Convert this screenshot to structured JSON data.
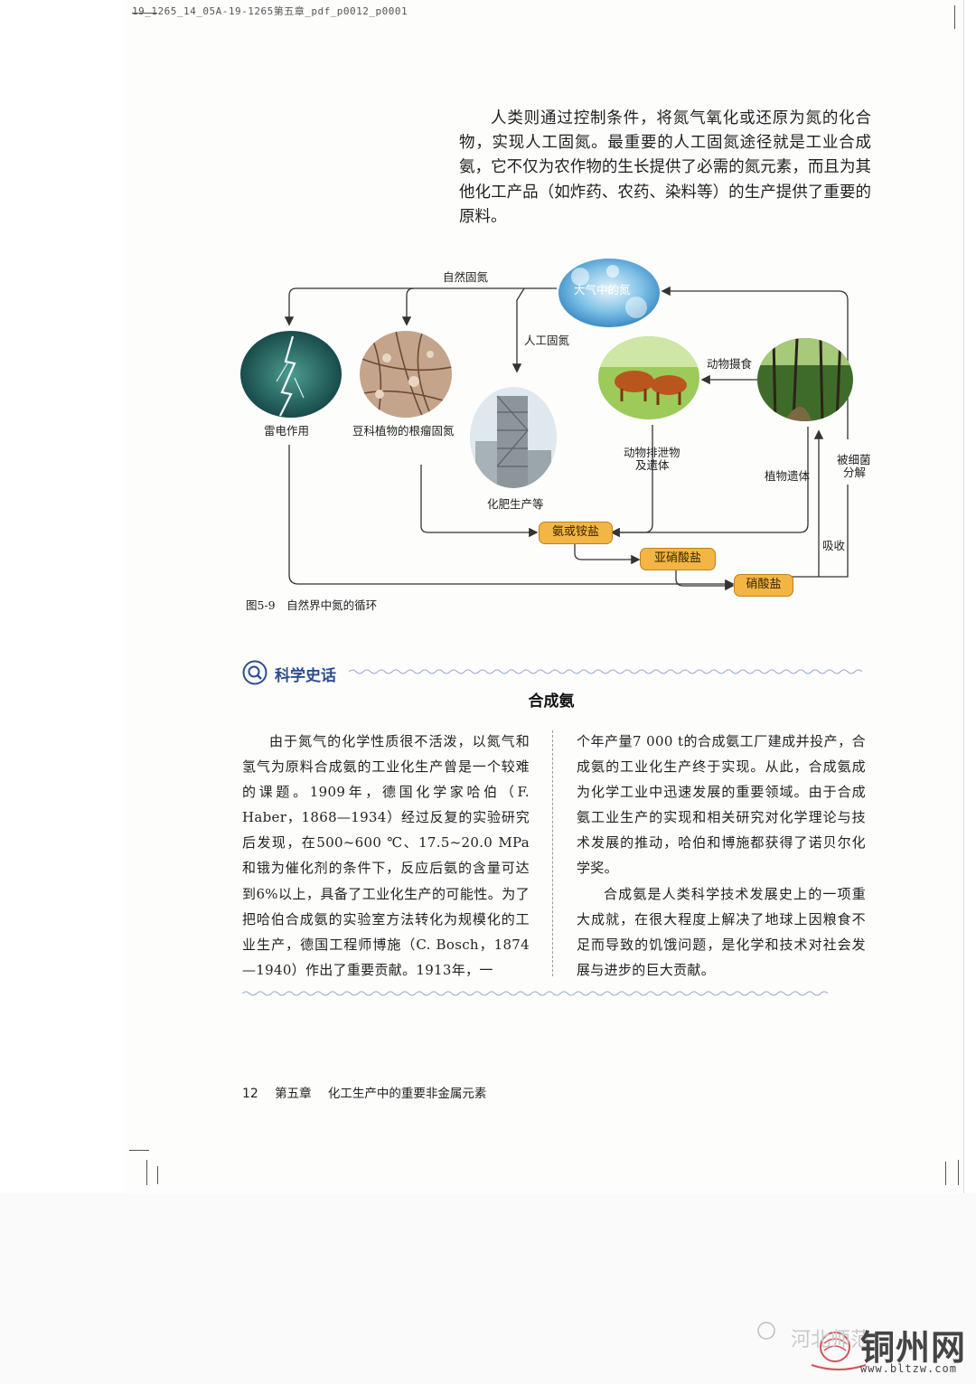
{
  "header": {
    "code": "19_1265_14_05A-19-1265第五章_pdf_p0012_p0001"
  },
  "intro": {
    "text": "人类则通过控制条件，将氮气氧化或还原为氮的化合物，实现人工固氮。最重要的人工固氮途径就是工业合成氨，它不仅为农作物的生长提供了必需的氮元素，而且为其他化工产品（如炸药、农药、染料等）的生产提供了重要的原料。"
  },
  "diagram": {
    "labels": {
      "natural_fixation": "自然固氮",
      "atmosphere": "大气中的氮",
      "artificial_fixation": "人工固氮",
      "lightning": "雷电作用",
      "legume": "豆科植物的根瘤固氮",
      "fertilizer": "化肥生产等",
      "animal_feeding": "动物摄食",
      "animal_excreta_l1": "动物排泄物",
      "animal_excreta_l2": "及遗体",
      "plant_remains": "植物遗体",
      "bacteria_l1": "被细菌",
      "bacteria_l2": "分解",
      "absorb": "吸收"
    },
    "tags": {
      "ammonia": "氨或铵盐",
      "nitrite": "亚硝酸盐",
      "nitrate": "硝酸盐"
    },
    "caption": "图5-9　自然界中氮的循环"
  },
  "history": {
    "section_title": "科学史话",
    "article_title": "合成氨",
    "left_text": "由于氮气的化学性质很不活泼，以氮气和氢气为原料合成氨的工业化生产曾是一个较难的课题。1909年，德国化学家哈伯（F. Haber，1868—1934）经过反复的实验研究后发现，在500~600 ℃、17.5~20.0 MPa和锇为催化剂的条件下，反应后氨的含量可达到6%以上，具备了工业化生产的可能性。为了把哈伯合成氨的实验室方法转化为规模化的工业生产，德国工程师博施（C. Bosch，1874—1940）作出了重要贡献。1913年，一",
    "right_text_1": "个年产量7 000 t的合成氨工厂建成并投产，合成氨的工业化生产终于实现。从此，合成氨成为化学工业中迅速发展的重要领域。由于合成氨工业生产的实现和相关研究对化学理论与技术发展的推动，哈伯和博施都获得了诺贝尔化学奖。",
    "right_text_2": "合成氨是人类科学技术发展史上的一项重大成就，在很大程度上解决了地球上因粮食不足而导致的饥饿问题，是化学和技术对社会发展与进步的巨大贡献。"
  },
  "footer": {
    "page_number": "12",
    "chapter": "第五章",
    "chapter_title": "化工生产中的重要非金属元素"
  },
  "watermark": {
    "faint_text": "河北师范",
    "brand": "铜州网",
    "url": "www.bltzw.com"
  }
}
